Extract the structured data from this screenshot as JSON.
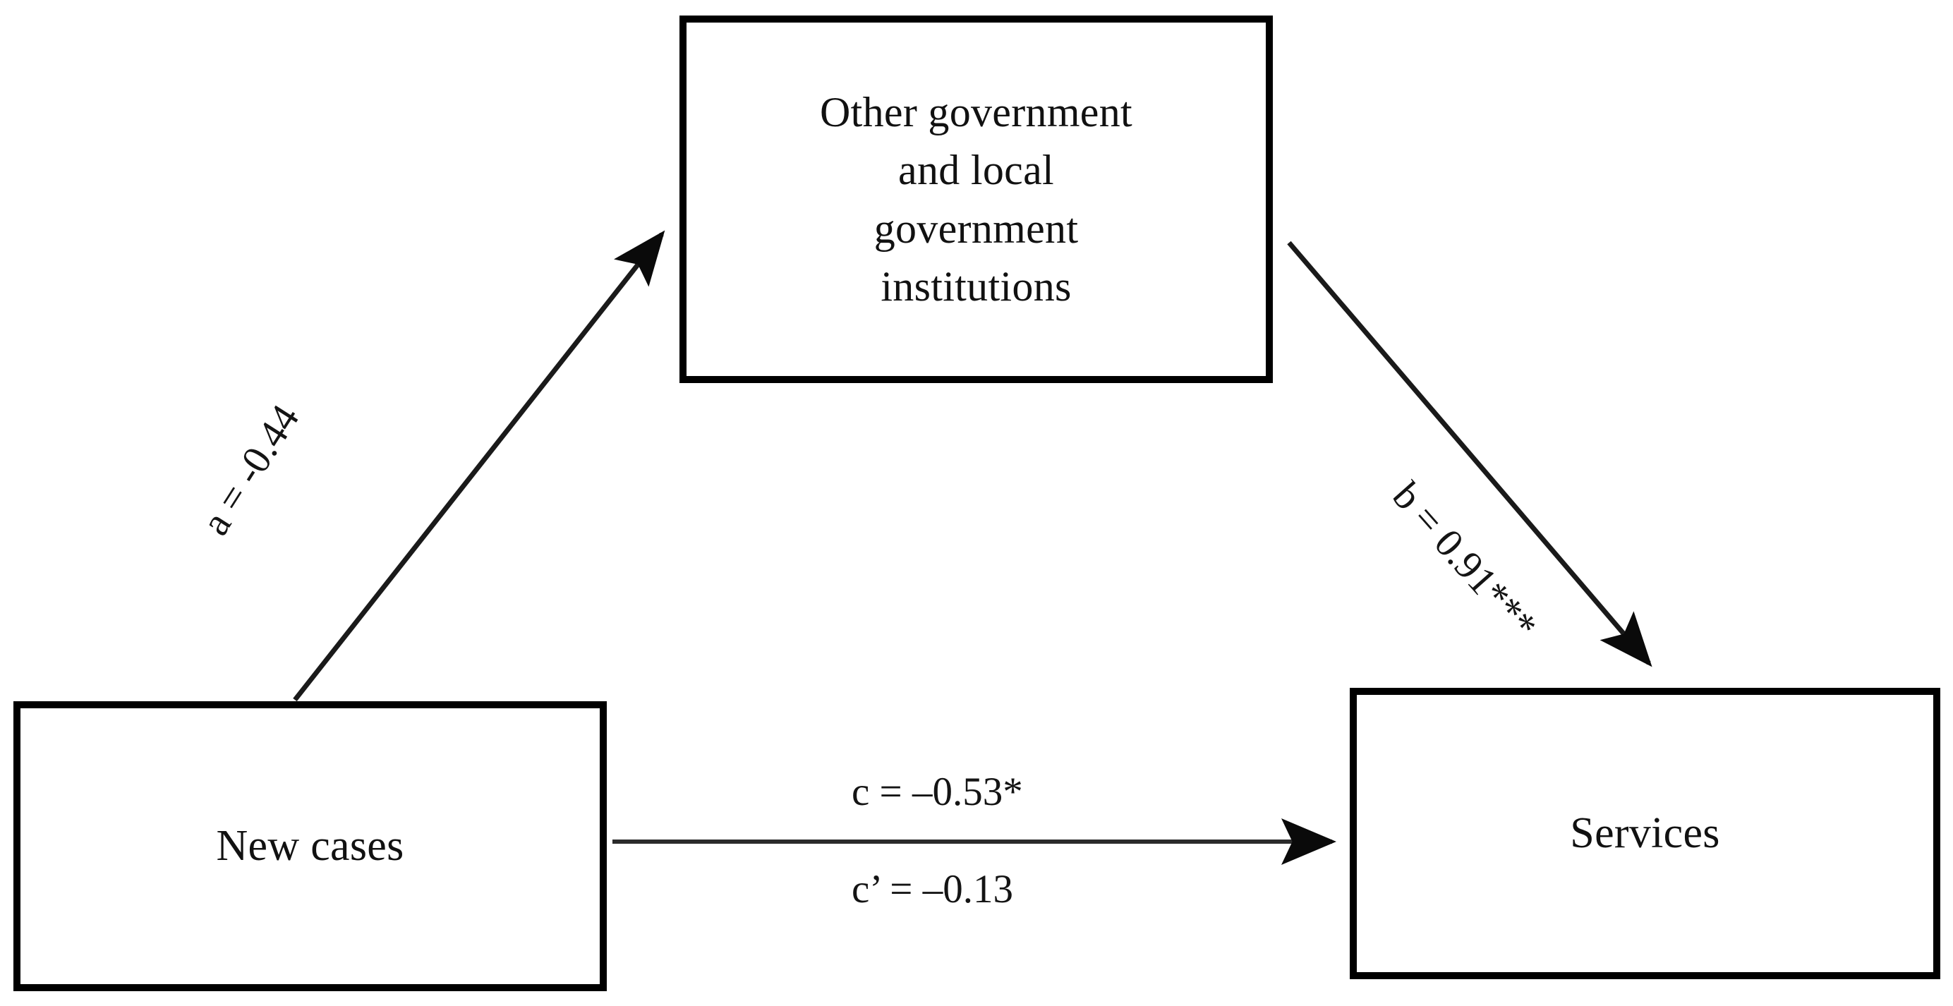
{
  "diagram": {
    "type": "mediation-path-diagram",
    "background_color": "#ffffff",
    "stroke_color": "#000000"
  },
  "nodes": [
    {
      "id": "mediator",
      "label": "Other government\nand local\ngovernment\ninstitutions",
      "role": "mediator"
    },
    {
      "id": "predictor",
      "label": "New cases",
      "role": "independent-variable"
    },
    {
      "id": "outcome",
      "label": "Services",
      "role": "dependent-variable"
    }
  ],
  "edges": [
    {
      "id": "path-a",
      "from": "predictor",
      "to": "mediator",
      "label": "a = -0.44",
      "coefficient": -0.44,
      "significance": ""
    },
    {
      "id": "path-b",
      "from": "mediator",
      "to": "outcome",
      "label": "b = 0.91***",
      "coefficient": 0.91,
      "significance": "***"
    },
    {
      "id": "path-c",
      "from": "predictor",
      "to": "outcome",
      "label": "c = –0.53*",
      "coefficient": -0.53,
      "significance": "*"
    },
    {
      "id": "path-c-prime",
      "from": "predictor",
      "to": "outcome",
      "label": "c’ = –0.13",
      "coefficient": -0.13,
      "significance": ""
    }
  ],
  "chart_data": {
    "type": "diagram",
    "title": "",
    "nodes": [
      "New cases",
      "Other government and local government institutions",
      "Services"
    ],
    "paths": [
      {
        "name": "a",
        "from": "New cases",
        "to": "Other government and local government institutions",
        "value": -0.44,
        "stars": 0,
        "text": "a = -0.44"
      },
      {
        "name": "b",
        "from": "Other government and local government institutions",
        "to": "Services",
        "value": 0.91,
        "stars": 3,
        "text": "b = 0.91***"
      },
      {
        "name": "c",
        "from": "New cases",
        "to": "Services",
        "value": -0.53,
        "stars": 1,
        "text": "c = –0.53*"
      },
      {
        "name": "c'",
        "from": "New cases",
        "to": "Services",
        "value": -0.13,
        "stars": 0,
        "text": "c’ = –0.13"
      }
    ]
  }
}
